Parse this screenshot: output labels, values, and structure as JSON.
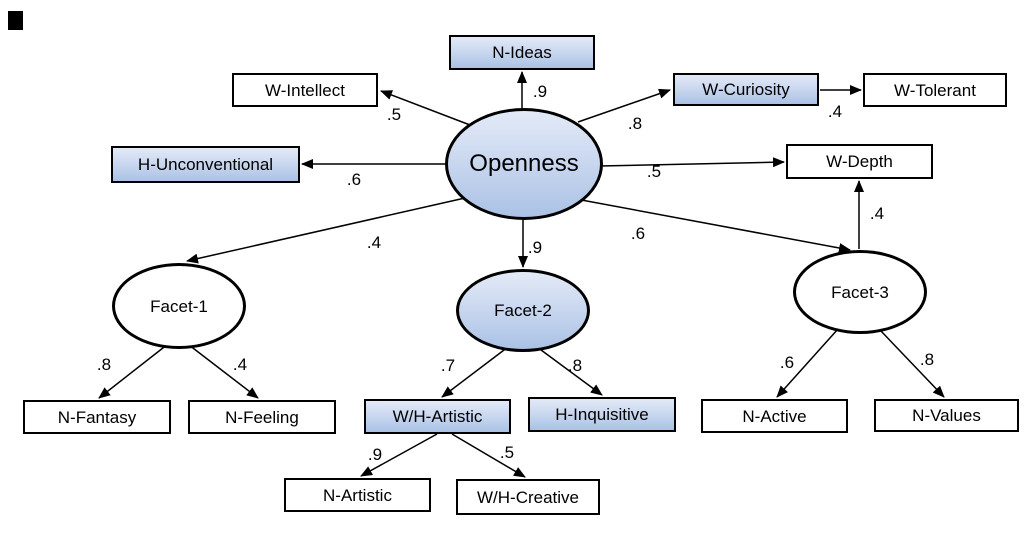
{
  "diagram": {
    "type": "structural-equation-path-diagram",
    "colors": {
      "background": "#ffffff",
      "border": "#000000",
      "text": "#000000",
      "shaded_fill_top": "#e3eaf7",
      "shaded_fill_bottom": "#aac2e5",
      "plain_fill": "#ffffff"
    },
    "nodes": {
      "openness": {
        "label": "Openness",
        "shape": "ellipse",
        "style": "shaded"
      },
      "facet_1": {
        "label": "Facet-1",
        "shape": "ellipse",
        "style": "plain"
      },
      "facet_2": {
        "label": "Facet-2",
        "shape": "ellipse",
        "style": "shaded"
      },
      "facet_3": {
        "label": "Facet-3",
        "shape": "ellipse",
        "style": "plain"
      },
      "n_ideas": {
        "label": "N-Ideas",
        "shape": "rect",
        "style": "shaded"
      },
      "w_intellect": {
        "label": "W-Intellect",
        "shape": "rect",
        "style": "plain"
      },
      "w_curiosity": {
        "label": "W-Curiosity",
        "shape": "rect",
        "style": "shaded"
      },
      "w_tolerant": {
        "label": "W-Tolerant",
        "shape": "rect",
        "style": "plain"
      },
      "h_unconventional": {
        "label": "H-Unconventional",
        "shape": "rect",
        "style": "shaded"
      },
      "w_depth": {
        "label": "W-Depth",
        "shape": "rect",
        "style": "plain"
      },
      "n_fantasy": {
        "label": "N-Fantasy",
        "shape": "rect",
        "style": "plain"
      },
      "n_feeling": {
        "label": "N-Feeling",
        "shape": "rect",
        "style": "plain"
      },
      "wh_artistic": {
        "label": "W/H-Artistic",
        "shape": "rect",
        "style": "shaded"
      },
      "h_inquisitive": {
        "label": "H-Inquisitive",
        "shape": "rect",
        "style": "shaded"
      },
      "n_artistic": {
        "label": "N-Artistic",
        "shape": "rect",
        "style": "plain"
      },
      "wh_creative": {
        "label": "W/H-Creative",
        "shape": "rect",
        "style": "plain"
      },
      "n_active": {
        "label": "N-Active",
        "shape": "rect",
        "style": "plain"
      },
      "n_values": {
        "label": "N-Values",
        "shape": "rect",
        "style": "plain"
      }
    },
    "edges": {
      "o_nideas": {
        "from": "openness",
        "to": "n_ideas",
        "weight": ".9"
      },
      "o_wintellect": {
        "from": "openness",
        "to": "w_intellect",
        "weight": ".5"
      },
      "o_wcuriosity": {
        "from": "openness",
        "to": "w_curiosity",
        "weight": ".8"
      },
      "wcuriosity_wtolerant": {
        "from": "w_curiosity",
        "to": "w_tolerant",
        "weight": ".4"
      },
      "o_wdepth": {
        "from": "openness",
        "to": "w_depth",
        "weight": ".5"
      },
      "facet3_wdepth": {
        "from": "facet_3",
        "to": "w_depth",
        "weight": ".4"
      },
      "o_hunconventional": {
        "from": "openness",
        "to": "h_unconventional",
        "weight": ".6"
      },
      "o_facet1": {
        "from": "openness",
        "to": "facet_1",
        "weight": ".4"
      },
      "o_facet2": {
        "from": "openness",
        "to": "facet_2",
        "weight": ".9"
      },
      "o_facet3": {
        "from": "openness",
        "to": "facet_3",
        "weight": ".6"
      },
      "facet1_nfantasy": {
        "from": "facet_1",
        "to": "n_fantasy",
        "weight": ".8"
      },
      "facet1_nfeeling": {
        "from": "facet_1",
        "to": "n_feeling",
        "weight": ".4"
      },
      "facet2_whartistic": {
        "from": "facet_2",
        "to": "wh_artistic",
        "weight": ".7"
      },
      "facet2_hinquisitive": {
        "from": "facet_2",
        "to": "h_inquisitive",
        "weight": ".8"
      },
      "facet3_nactive": {
        "from": "facet_3",
        "to": "n_active",
        "weight": ".6"
      },
      "facet3_nvalues": {
        "from": "facet_3",
        "to": "n_values",
        "weight": ".8"
      },
      "whartistic_nartistic": {
        "from": "wh_artistic",
        "to": "n_artistic",
        "weight": ".9"
      },
      "whartistic_whcreative": {
        "from": "wh_artistic",
        "to": "wh_creative",
        "weight": ".5"
      }
    }
  }
}
